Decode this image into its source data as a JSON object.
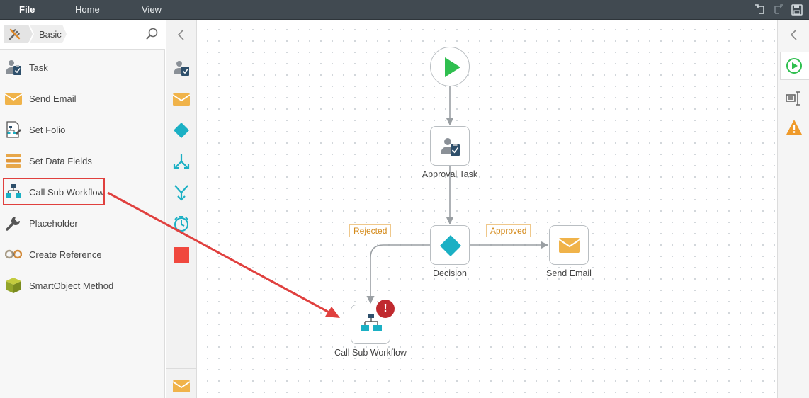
{
  "menu": {
    "file": "File",
    "home": "Home",
    "view": "View"
  },
  "toolbox": {
    "category": "Basic",
    "items": [
      {
        "label": "Task",
        "icon": "task-icon"
      },
      {
        "label": "Send Email",
        "icon": "email-icon"
      },
      {
        "label": "Set Folio",
        "icon": "set-folio-icon"
      },
      {
        "label": "Set Data Fields",
        "icon": "data-fields-icon"
      },
      {
        "label": "Call Sub Workflow",
        "icon": "sub-workflow-icon"
      },
      {
        "label": "Placeholder",
        "icon": "wrench-icon"
      },
      {
        "label": "Create Reference",
        "icon": "reference-icon"
      },
      {
        "label": "SmartObject Method",
        "icon": "smartobject-icon"
      }
    ]
  },
  "canvas": {
    "nodes": {
      "approval_task": "Approval Task",
      "decision": "Decision",
      "send_email": "Send Email",
      "call_sub_workflow": "Call Sub Workflow"
    },
    "lines": {
      "rejected": "Rejected",
      "approved": "Approved"
    },
    "error_badge": "!"
  },
  "colors": {
    "accent_teal": "#1bb0c4",
    "start_green": "#2fbf4f",
    "email_orange": "#f0b34a",
    "error_red": "#c02a2f",
    "highlight_red": "#e0403e",
    "stop_red": "#f0483e"
  }
}
